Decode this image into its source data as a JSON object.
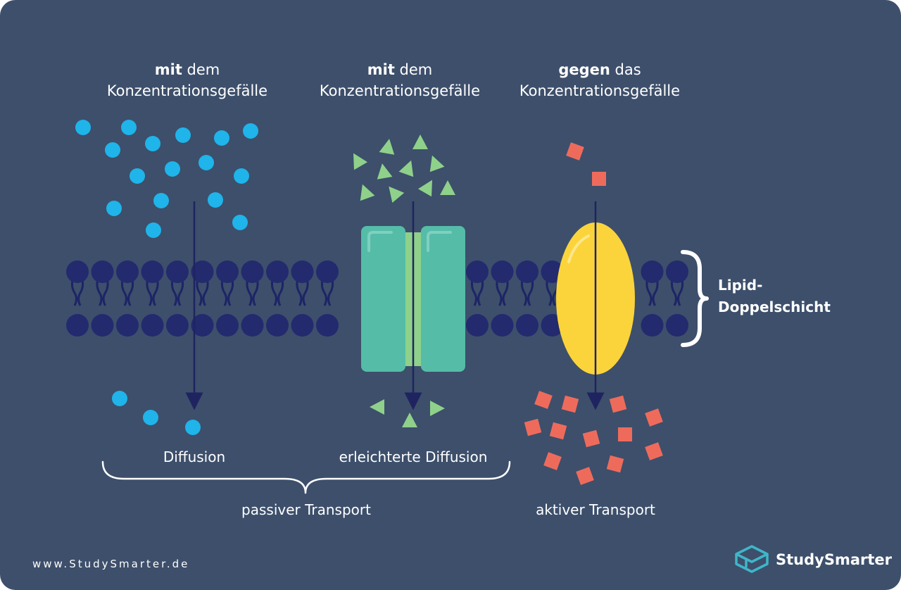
{
  "headings": [
    {
      "bold": "mit",
      "rest": " dem",
      "line2": "Konzentrationsgefälle"
    },
    {
      "bold": "mit",
      "rest": " dem",
      "line2": "Konzentrationsgefälle"
    },
    {
      "bold": "gegen",
      "rest": " das",
      "line2": "Konzentrationsgefälle"
    }
  ],
  "labels": {
    "diffusion": "Diffusion",
    "facilitated": "erleichterte Diffusion",
    "passive": "passiver Transport",
    "active": "aktiver Transport",
    "bilayer_line1": "Lipid-",
    "bilayer_line2": "Doppelschicht"
  },
  "footer": {
    "url": "www.StudySmarter.de",
    "brand": "StudySmarter"
  },
  "colors": {
    "background": "#3d4f6b",
    "lipid_head": "#232a6e",
    "lipid_tail": "#1d2466",
    "molecule_circle": "#1fb4ea",
    "molecule_triangle": "#8fd18a",
    "molecule_square": "#ee6b5c",
    "channel_protein": "#55bca8",
    "carrier_protein": "#fbd43b",
    "arrow": "#1f2460",
    "brand_icon": "#3fb6c8"
  },
  "icons": [
    "circle-molecule-icon",
    "triangle-molecule-icon",
    "square-molecule-icon",
    "studysmarter-logo-icon"
  ]
}
